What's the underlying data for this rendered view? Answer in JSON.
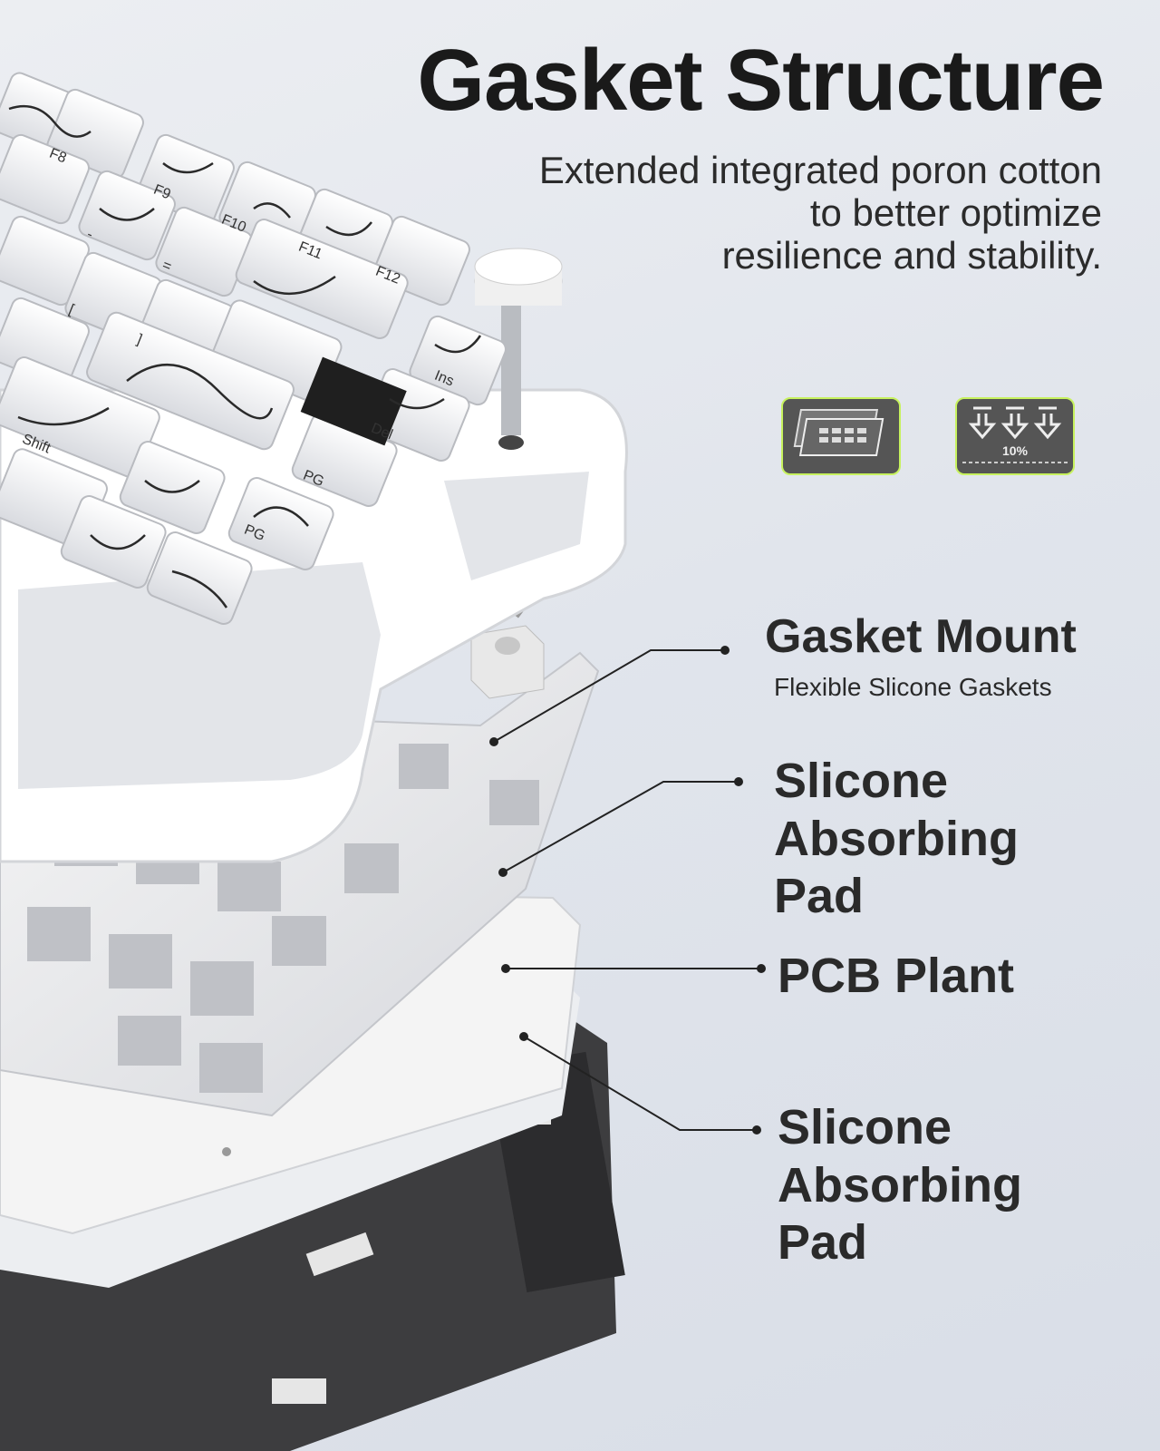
{
  "header": {
    "title": "Gasket Structure",
    "subtitle_lines": [
      "Extended integrated poron cotton",
      "to better optimize",
      "resilience and stability."
    ]
  },
  "icons": [
    {
      "name": "layered-plates-icon"
    },
    {
      "name": "compression-icon",
      "text": "10%"
    }
  ],
  "callouts": [
    {
      "title_lines": [
        "Gasket Mount"
      ],
      "subtitle": "Flexible Slicone Gaskets"
    },
    {
      "title_lines": [
        "Slicone",
        "Absorbing",
        "Pad"
      ]
    },
    {
      "title_lines": [
        "PCB Plant"
      ]
    },
    {
      "title_lines": [
        "Slicone",
        "Absorbing",
        "Pad"
      ]
    }
  ],
  "keycap_legends": [
    "F8",
    "F9",
    "F10",
    "F11",
    "F12",
    "Ins",
    "Del",
    "PG",
    "PG",
    "Shift",
    "-",
    "=",
    "[",
    "]"
  ],
  "colors": {
    "accent": "#c7f25e",
    "frame": "#ffffff",
    "case": "#3d3d3f",
    "leader_line": "#222222"
  }
}
